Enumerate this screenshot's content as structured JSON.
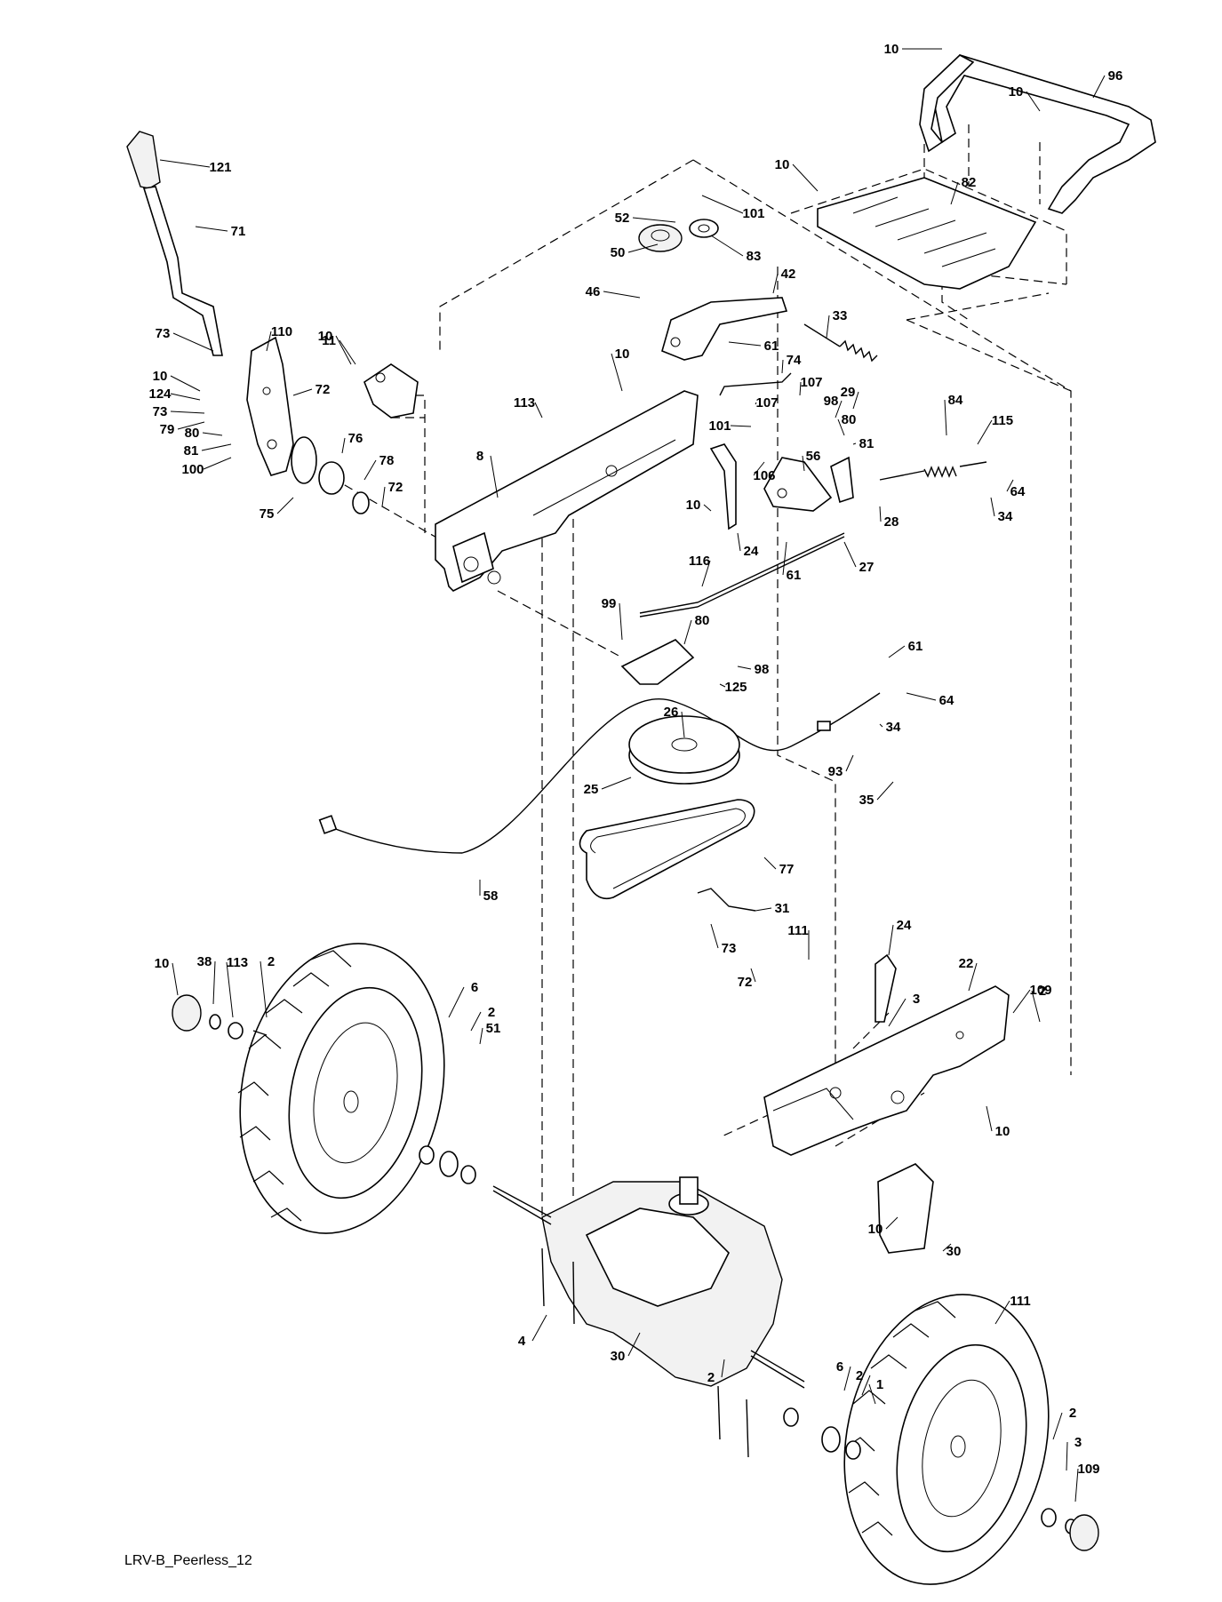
{
  "caption": "LRV-B_Peerless_12",
  "labels": [
    "10",
    "96",
    "10",
    "10",
    "82",
    "101",
    "52",
    "83",
    "50",
    "42",
    "46",
    "33",
    "61",
    "74",
    "121",
    "71",
    "73",
    "110",
    "10",
    "11",
    "10",
    "124",
    "73",
    "79",
    "80",
    "81",
    "100",
    "72",
    "76",
    "78",
    "72",
    "75",
    "113",
    "10",
    "8",
    "107",
    "107",
    "101",
    "98",
    "29",
    "80",
    "81",
    "84",
    "115",
    "106",
    "56",
    "28",
    "64",
    "34",
    "10",
    "24",
    "61",
    "27",
    "116",
    "99",
    "80",
    "98",
    "125",
    "61",
    "64",
    "34",
    "26",
    "93",
    "35",
    "25",
    "77",
    "58",
    "31",
    "73",
    "72",
    "24",
    "22",
    "109",
    "3",
    "2",
    "111",
    "10",
    "10",
    "38",
    "113",
    "2",
    "6",
    "2",
    "51",
    "10",
    "30",
    "4",
    "30",
    "2",
    "6",
    "2",
    "1",
    "111",
    "2",
    "3",
    "109"
  ]
}
